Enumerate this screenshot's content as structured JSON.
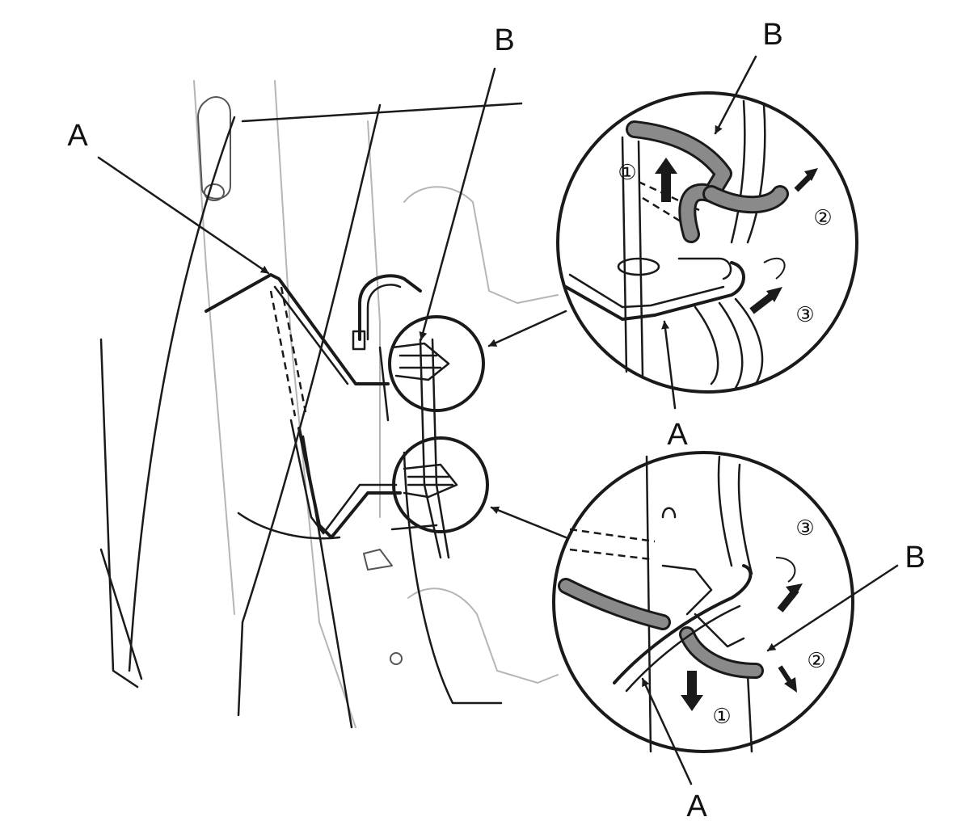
{
  "labels": {
    "top_b": "B",
    "left_a": "A",
    "center_b": "B",
    "mid_a": "A",
    "bottom_right_b": "B",
    "bottom_a": "A"
  },
  "steps": {
    "top": [
      "①",
      "②",
      "③"
    ],
    "bottom": [
      "③",
      "②",
      "①"
    ]
  },
  "colors": {
    "ink": "#1a1a1a",
    "rod_gray": "#8a8a8a",
    "faint_line": "#b5b5b5"
  }
}
